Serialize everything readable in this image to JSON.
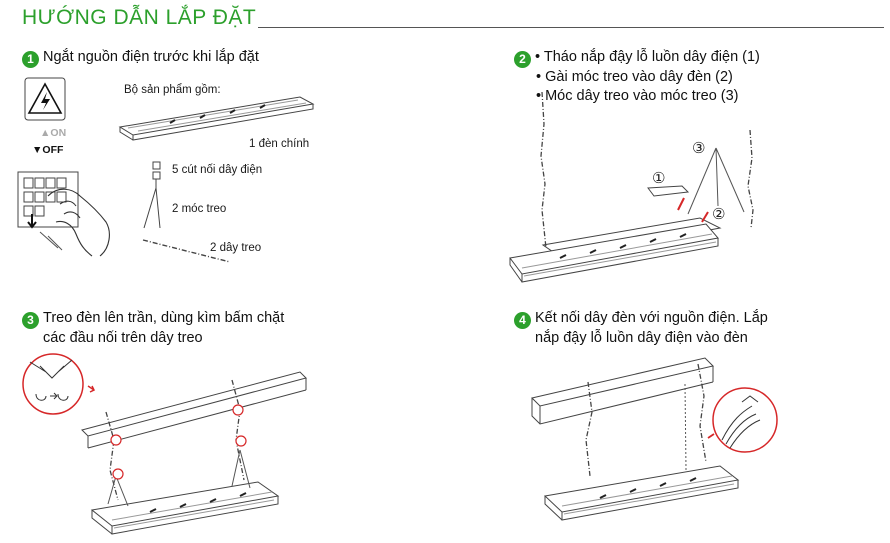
{
  "title": "HƯỚNG DẪN LẮP ĐẶT",
  "colors": {
    "accent": "#2ca02c",
    "warning": "#d62728"
  },
  "steps": [
    {
      "number": "1",
      "lines": [
        "Ngắt nguồn điện trước khi lắp đặt"
      ]
    },
    {
      "number": "2",
      "lines": [
        "• Tháo nắp đậy lỗ luồn dây điện (1)",
        "• Gài móc treo vào dây đèn (2)",
        "• Móc dây treo vào móc treo (3)"
      ]
    },
    {
      "number": "3",
      "lines": [
        "Treo đèn lên trần, dùng kìm bấm chặt",
        "các đầu nối trên dây treo"
      ]
    },
    {
      "number": "4",
      "lines": [
        "Kết nối dây đèn với nguồn điện. Lắp",
        "nắp đậy lỗ luồn dây điện vào đèn"
      ]
    }
  ],
  "switch": {
    "on": "ON",
    "off": "OFF"
  },
  "kit": {
    "heading": "Bộ sản phẩm gồm:",
    "items": [
      "1 đèn chính",
      "5 cút nối dây điện",
      "2 móc treo",
      "2 dây treo"
    ]
  },
  "callouts": [
    "①",
    "②",
    "③"
  ]
}
